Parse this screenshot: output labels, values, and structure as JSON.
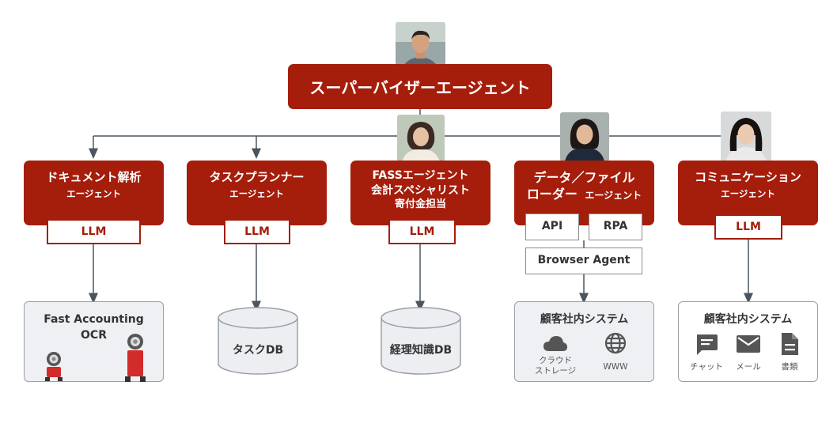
{
  "supervisor": {
    "label": "スーパーバイザーエージェント"
  },
  "agents": [
    {
      "main": "ドキュメント解析",
      "sub": "エージェント",
      "llm": "LLM"
    },
    {
      "main": "タスクプランナー",
      "sub": "エージェント",
      "llm": "LLM"
    },
    {
      "main": "FASSエージェント",
      "line2": "会計スペシャリスト",
      "line3": "寄付金担当",
      "llm": "LLM"
    },
    {
      "main": "データ／ファイル",
      "line2": "ローダー",
      "sub": "エージェント"
    },
    {
      "main": "コミュニケーション",
      "sub": "エージェント",
      "llm": "LLM"
    }
  ],
  "tools": {
    "api": "API",
    "rpa": "RPA",
    "browser": "Browser Agent"
  },
  "systems": {
    "ocr": {
      "title": "Fast Accounting",
      "title2": "OCR"
    },
    "task_db": "タスクDB",
    "knowledge_db": "経理知識DB",
    "internal_1": {
      "title": "顧客社内システム",
      "cloud": "クラウド",
      "cloud2": "ストレージ",
      "www": "WWW"
    },
    "internal_2": {
      "title": "顧客社内システム",
      "chat": "チャット",
      "mail": "メール",
      "docs": "書類"
    }
  },
  "colors": {
    "accent": "#a51d0b",
    "line": "#4a5560",
    "system_fill": "#eef0f3",
    "db_fill": "#eceef1"
  }
}
